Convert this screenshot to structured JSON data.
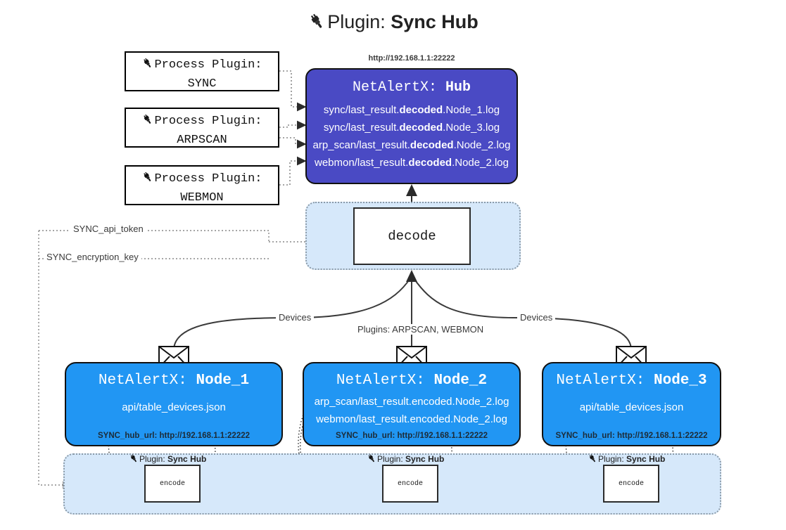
{
  "title": {
    "icon": "plug-icon",
    "prefix": "Plugin:",
    "name": "Sync Hub"
  },
  "colors": {
    "hub_fill": "#4a4ac4",
    "node_fill": "#2196f3",
    "container_fill": "#d6e8fa",
    "container_border": "#8a9aa8",
    "stroke": "#2b2b2b"
  },
  "process_plugins": [
    {
      "icon": "plug-icon",
      "line1": "Process Plugin:",
      "line2": "SYNC"
    },
    {
      "icon": "plug-icon",
      "line1": "Process Plugin:",
      "line2": "ARPSCAN"
    },
    {
      "icon": "plug-icon",
      "line1": "Process Plugin:",
      "line2": "WEBMON"
    }
  ],
  "hub": {
    "url": "http://192.168.1.1:22222",
    "title_prefix": "NetAlertX:",
    "title_name": "Hub",
    "files": [
      {
        "pre": "sync/last_result.",
        "em": "decoded",
        "post": ".Node_1.log"
      },
      {
        "pre": "sync/last_result.",
        "em": "decoded",
        "post": ".Node_3.log"
      },
      {
        "pre": "arp_scan/last_result.",
        "em": "decoded",
        "post": ".Node_2.log"
      },
      {
        "pre": "webmon/last_result.",
        "em": "decoded",
        "post": ".Node_2.log"
      }
    ]
  },
  "decode": {
    "label": "decode"
  },
  "settings_edges": [
    {
      "label": "SYNC_api_token"
    },
    {
      "label": "SYNC_encryption_key"
    }
  ],
  "device_edges": {
    "left": "Devices",
    "center": "Plugins: ARPSCAN, WEBMON",
    "right": "Devices"
  },
  "nodes": [
    {
      "title_prefix": "NetAlertX:",
      "title_name": "Node_1",
      "files": [
        "api/table_devices.json"
      ],
      "footer": "SYNC_hub_url: http://192.168.1.1:22222",
      "envelope_icon": "envelope-icon"
    },
    {
      "title_prefix": "NetAlertX:",
      "title_name": "Node_2",
      "files": [
        "arp_scan/last_result.encoded.Node_2.log",
        "webmon/last_result.encoded.Node_2.log"
      ],
      "footer": "SYNC_hub_url: http://192.168.1.1:22222",
      "envelope_icon": "envelope-icon"
    },
    {
      "title_prefix": "NetAlertX:",
      "title_name": "Node_3",
      "files": [
        "api/table_devices.json"
      ],
      "footer": "SYNC_hub_url: http://192.168.1.1:22222",
      "envelope_icon": "envelope-icon"
    }
  ],
  "encoders": [
    {
      "icon": "plug-icon",
      "label_prefix": "Plugin:",
      "label_name": "Sync Hub",
      "box": "encode"
    },
    {
      "icon": "plug-icon",
      "label_prefix": "Plugin:",
      "label_name": "Sync Hub",
      "box": "encode"
    },
    {
      "icon": "plug-icon",
      "label_prefix": "Plugin:",
      "label_name": "Sync Hub",
      "box": "encode"
    }
  ]
}
